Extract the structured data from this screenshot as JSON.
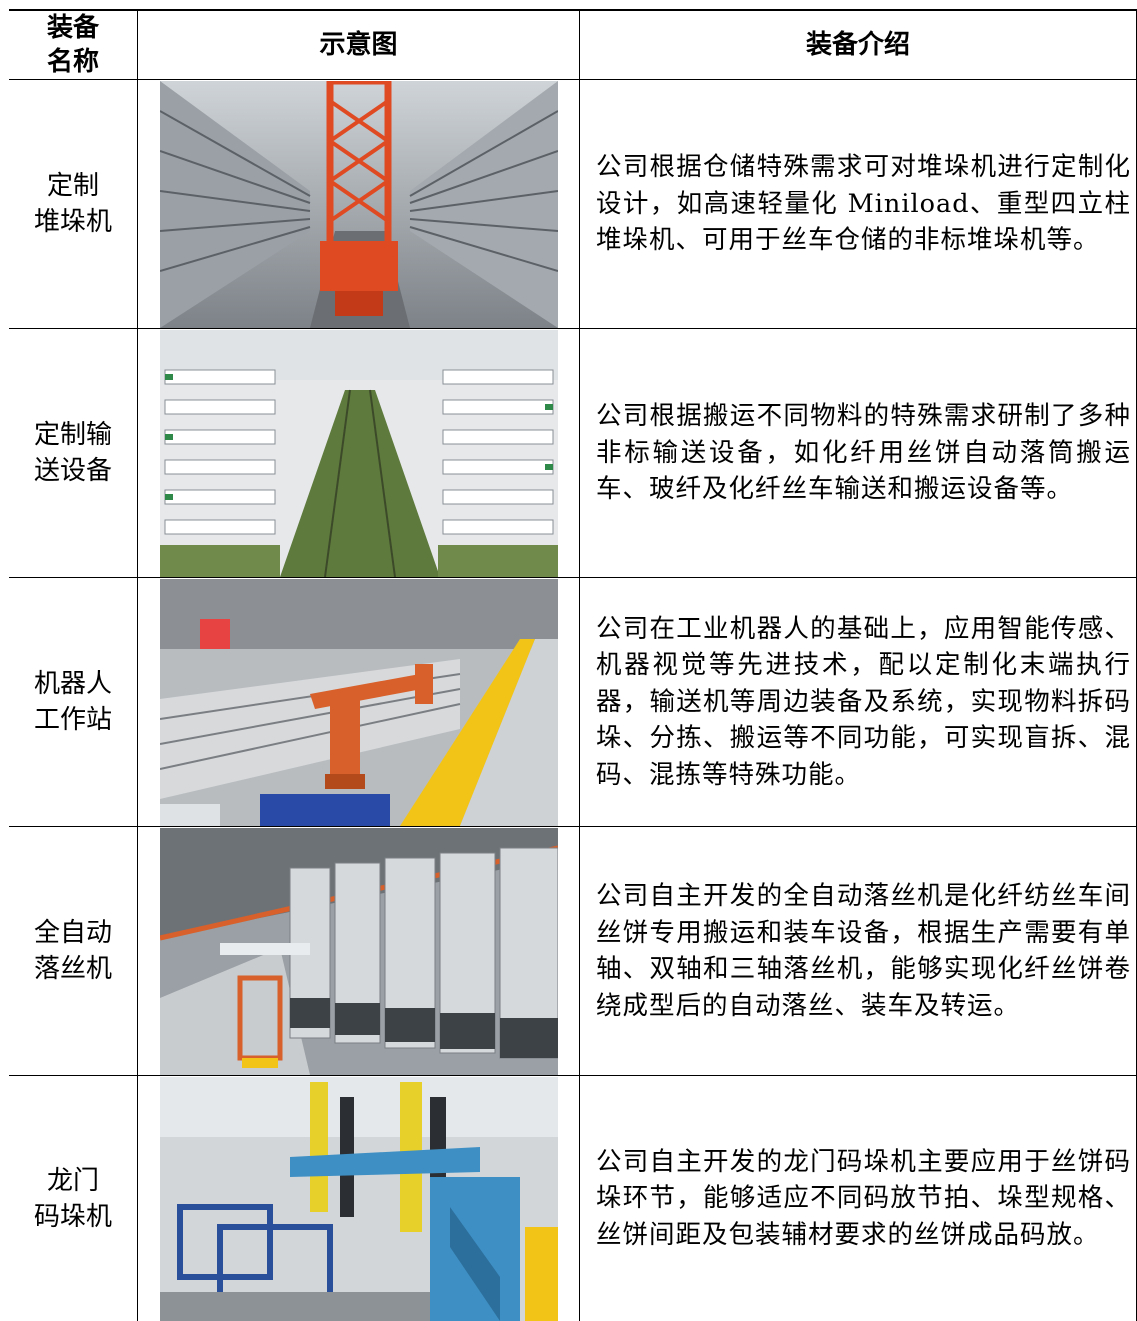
{
  "header": {
    "col1": "装备\n名称",
    "col2": "示意图",
    "col3": "装备介绍"
  },
  "rows": [
    {
      "name": "定制\n堆垛机",
      "photo": "stacker-crane-photo",
      "description": "公司根据仓储特殊需求可对堆垛机进行定制化设计，如高速轻量化 Miniload、重型四立柱堆垛机、可用于丝车仓储的非标堆垛机等。"
    },
    {
      "name": "定制输\n送设备",
      "photo": "conveyor-equipment-photo",
      "description": "公司根据搬运不同物料的特殊需求研制了多种非标输送设备，如化纤用丝饼自动落筒搬运车、玻纤及化纤丝车输送和搬运设备等。"
    },
    {
      "name": "机器人\n工作站",
      "photo": "robot-workstation-photo",
      "description": "公司在工业机器人的基础上，应用智能传感、机器视觉等先进技术，配以定制化末端执行器，输送机等周边装备及系统，实现物料拆码垛、分拣、搬运等不同功能，可实现盲拆、混码、混拣等特殊功能。"
    },
    {
      "name": "全自动\n落丝机",
      "photo": "automatic-doffing-machine-photo",
      "description": "公司自主开发的全自动落丝机是化纤纺丝车间丝饼专用搬运和装车设备，根据生产需要有单轴、双轴和三轴落丝机，能够实现化纤丝饼卷绕成型后的自动落丝、装车及转运。"
    },
    {
      "name": "龙门\n码垛机",
      "photo": "gantry-palletizer-photo",
      "description": "公司自主开发的龙门码垛机主要应用于丝饼码垛环节，能够适应不同码放节拍、垛型规格、丝饼间距及包装辅材要求的丝饼成品码放。"
    }
  ],
  "colors": {
    "stacker_orange": "#e04a22",
    "robot_orange": "#d8602a",
    "rail_yellow": "#f2c418",
    "palletizer_blue": "#3e8fc4",
    "palletizer_yellow": "#e8d02a",
    "conveyor_green": "#5e7a3c"
  }
}
